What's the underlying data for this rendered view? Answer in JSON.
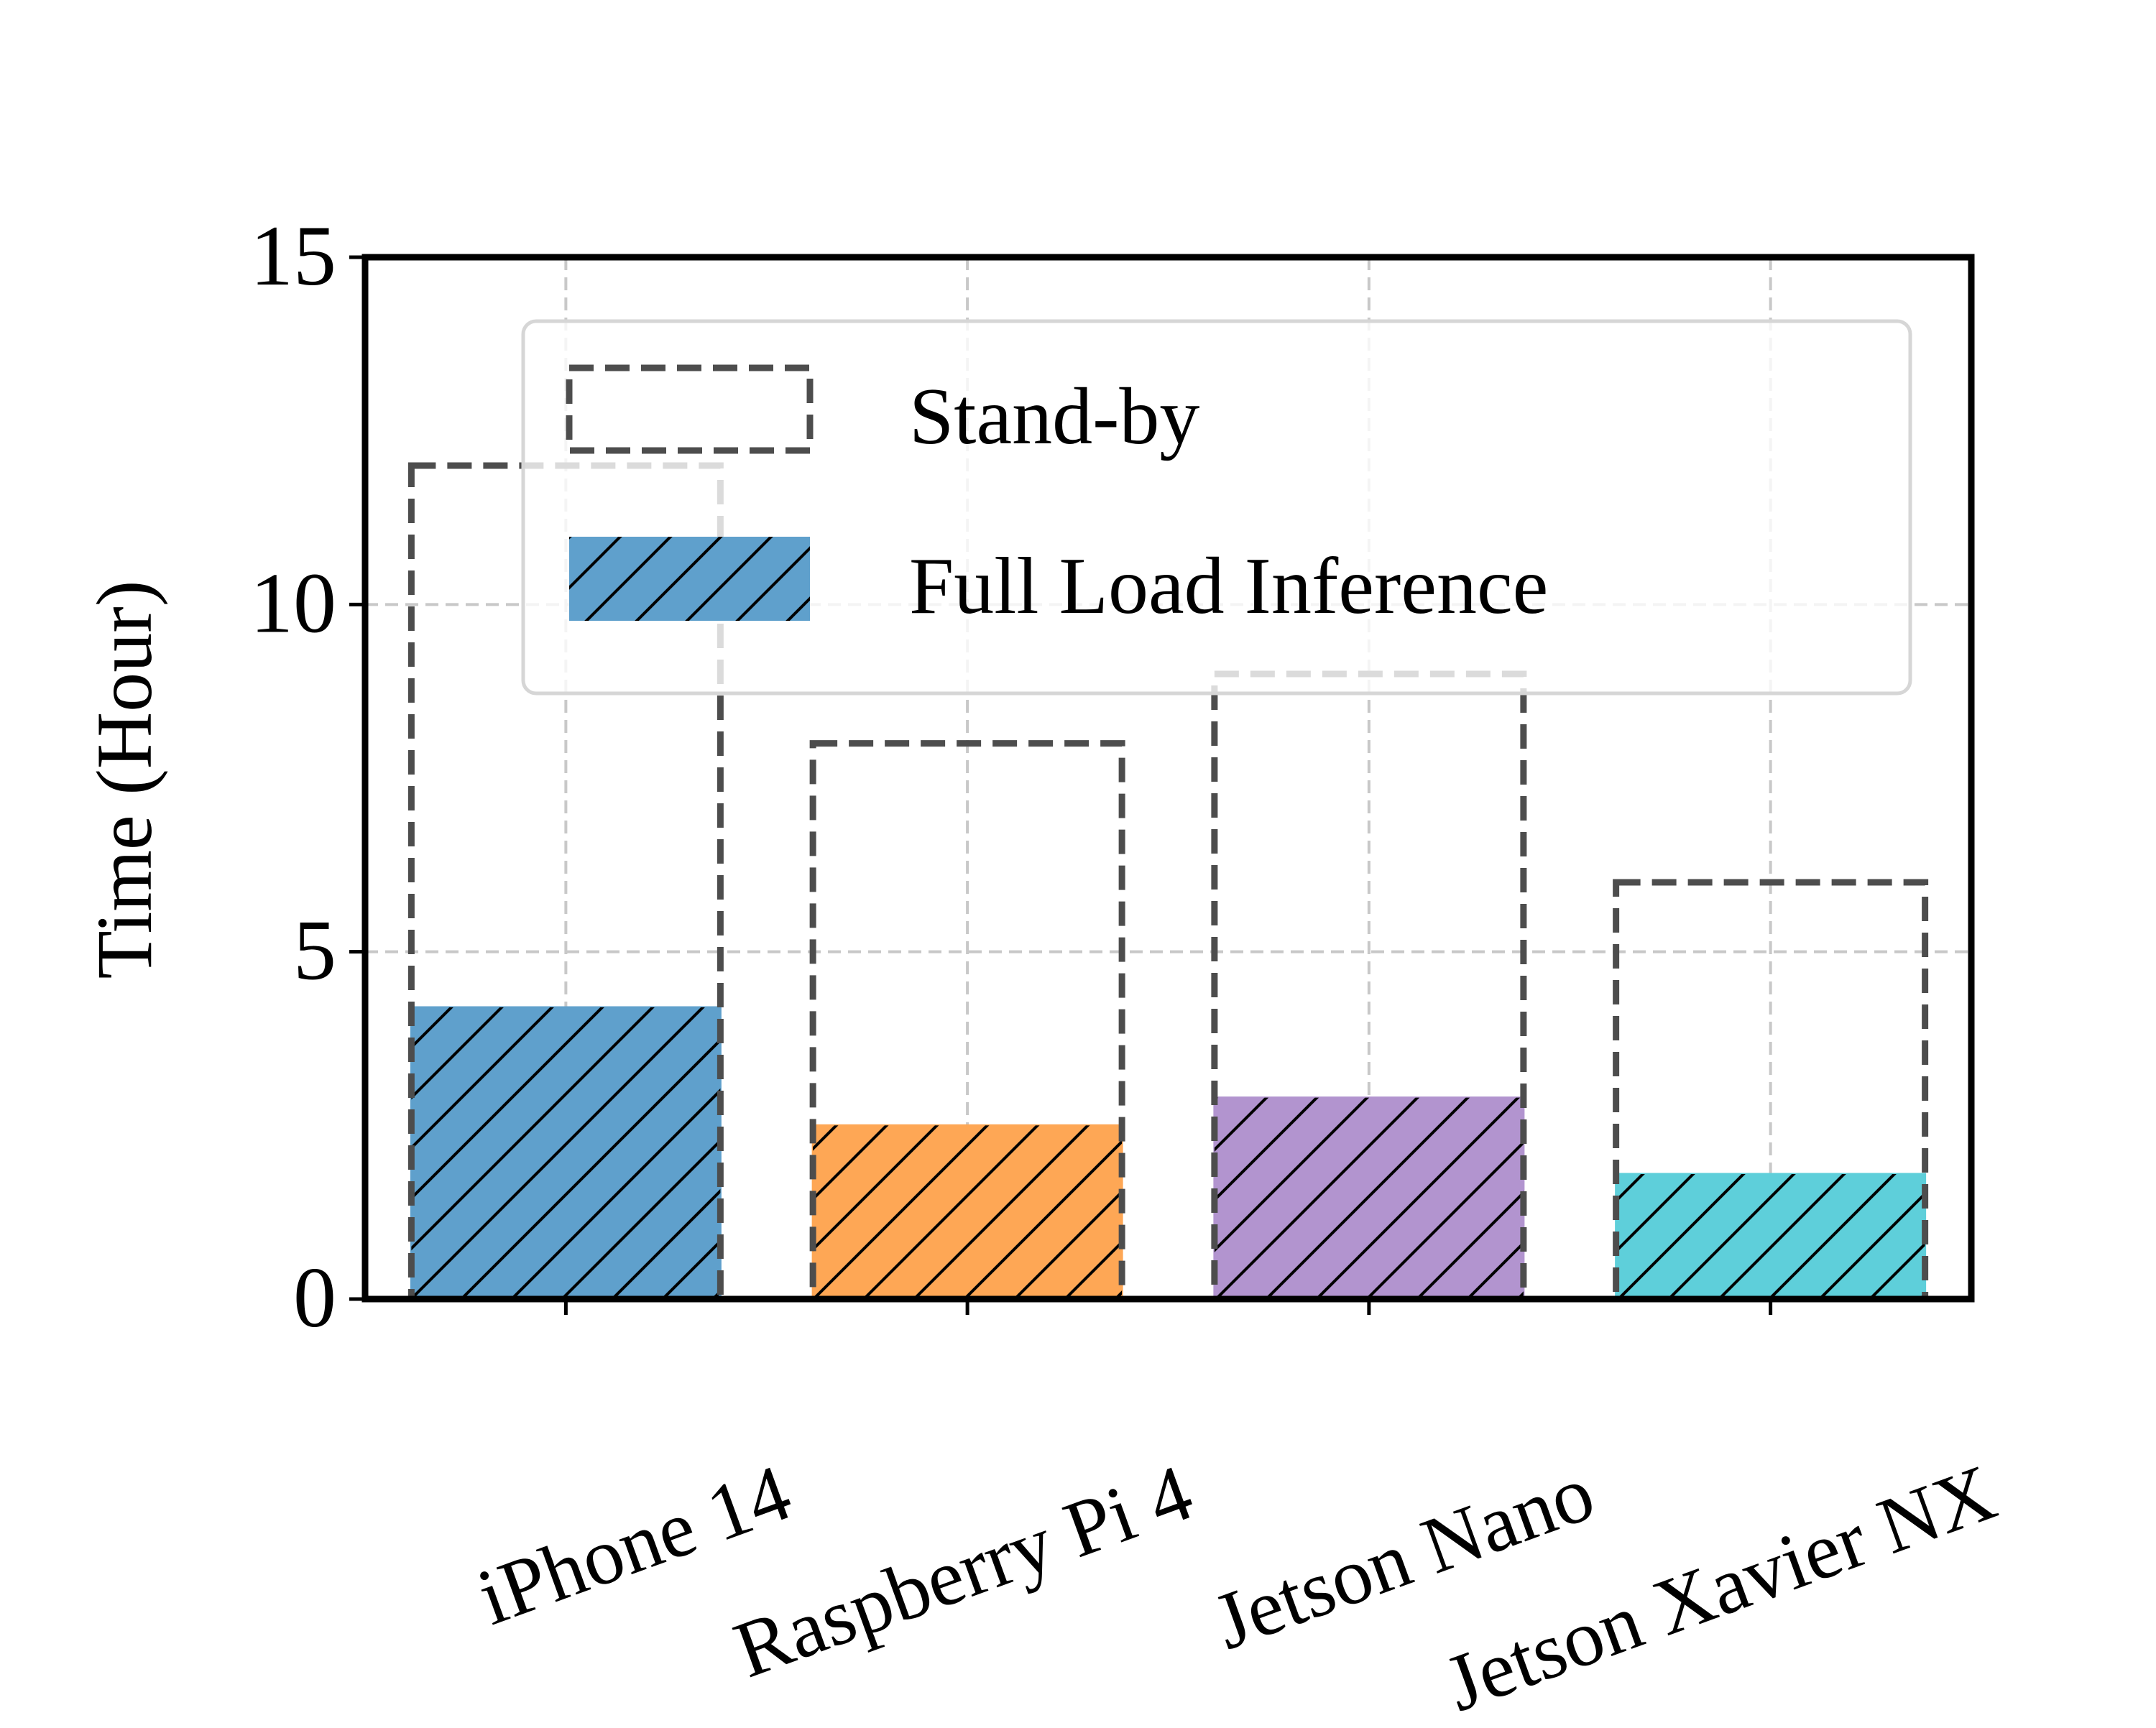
{
  "chart_data": {
    "type": "bar",
    "categories": [
      "iPhone 14",
      "Raspberry Pi 4",
      "Jetson Nano",
      "Jetson Xavier NX"
    ],
    "series": [
      {
        "name": "Stand-by",
        "values": [
          12,
          8,
          9,
          6
        ]
      },
      {
        "name": "Full Load Inference",
        "values": [
          4.2,
          2.5,
          2.9,
          1.8
        ]
      }
    ],
    "ylabel": "Time (Hour)",
    "xlabel": "",
    "title": "",
    "ylim": [
      0,
      15
    ],
    "yticks": [
      0,
      5,
      10,
      15
    ],
    "grid": true,
    "legend": "top-right",
    "colors": {
      "standby_outline": "#4d4d4d",
      "bars": [
        "#5fa0cc",
        "#fea755",
        "#b294cf",
        "#5ecfda"
      ],
      "legend_swatch": "#5fa0cc",
      "grid": "#c8c8c8",
      "axis": "#000000"
    }
  }
}
